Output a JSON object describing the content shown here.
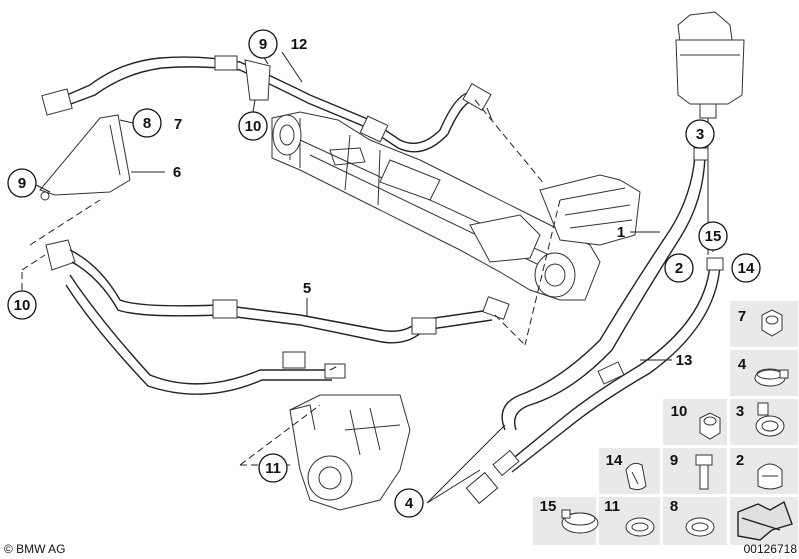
{
  "callouts": {
    "c9_top": "9",
    "c10_top": "10",
    "c8": "8",
    "c9_left": "9",
    "c10_left": "10",
    "c11": "11",
    "c4": "4",
    "c3": "3",
    "c15": "15",
    "c2": "2",
    "c14": "14"
  },
  "labels": {
    "l12": "12",
    "l7": "7",
    "l6": "6",
    "l5": "5",
    "l1": "1",
    "l13": "13"
  },
  "parts_grid": {
    "cells": [
      {
        "label": "7"
      },
      {
        "label": "4"
      },
      {
        "label": "10"
      },
      {
        "label": "3"
      },
      {
        "label": "14"
      },
      {
        "label": "9"
      },
      {
        "label": "2"
      },
      {
        "label": "15"
      },
      {
        "label": "11"
      },
      {
        "label": "8"
      }
    ]
  },
  "footer": {
    "copyright": "© BMW AG",
    "diagram_number": "00126718"
  },
  "colors": {
    "line": "#222222",
    "grid_background": "#e9e9e9",
    "arrow_fill": "#e0e0e0"
  }
}
